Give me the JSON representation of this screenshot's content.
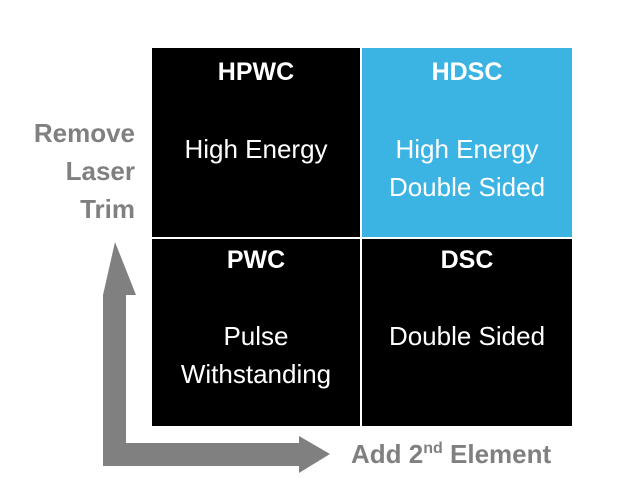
{
  "quadrants": {
    "top_left": {
      "title": "HPWC",
      "description": "High Energy"
    },
    "top_right": {
      "title": "HDSC",
      "description": "High Energy\nDouble Sided"
    },
    "bottom_left": {
      "title": "PWC",
      "description": "Pulse\nWithstanding"
    },
    "bottom_right": {
      "title": "DSC",
      "description": "Double Sided"
    }
  },
  "axes": {
    "y_label": "Remove\nLaser\nTrim",
    "x_label_prefix": "Add 2",
    "x_label_superscript": "nd",
    "x_label_suffix": " Element"
  },
  "colors": {
    "highlight_cell": "#3bb4e3",
    "dark_cell": "#000000",
    "axis": "#808080",
    "cell_text": "#ffffff"
  }
}
